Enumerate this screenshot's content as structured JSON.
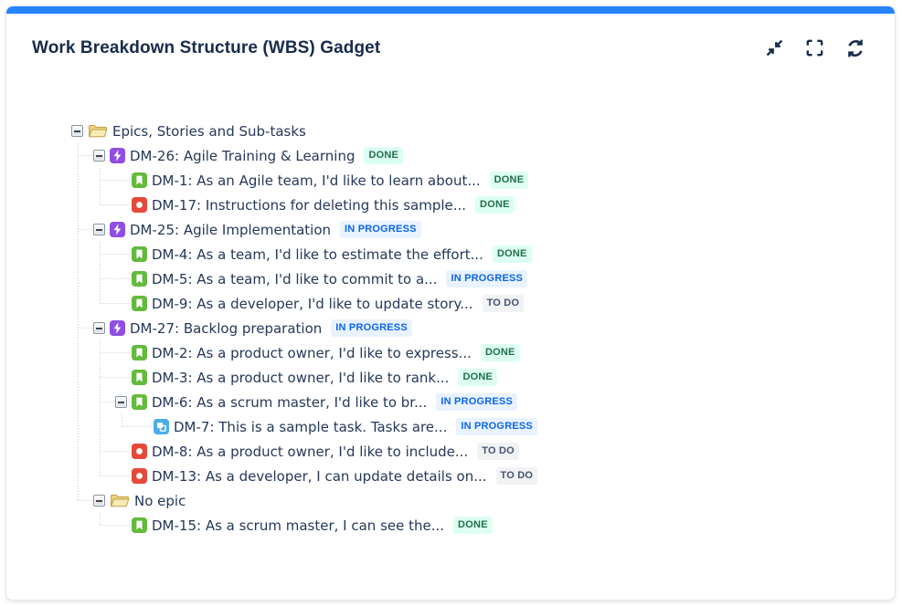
{
  "header": {
    "title": "Work Breakdown Structure (WBS) Gadget",
    "icons": [
      {
        "name": "minimize-icon"
      },
      {
        "name": "fullscreen-icon"
      },
      {
        "name": "refresh-icon"
      }
    ]
  },
  "colors": {
    "accent": "#2684FF",
    "header_icon": "#172B4D",
    "tree_text": "#253858",
    "connector": "#C8CED8"
  },
  "icon_colors": {
    "epic": "#904EE2",
    "story": "#63BA3C",
    "bug": "#E5493A",
    "subtask": "#4BADE8",
    "folder_back": "#EBD27E",
    "folder_front": "#F6EBB4",
    "folder_edge": "#C2A24B"
  },
  "statuses": {
    "DONE": {
      "label": "DONE",
      "bg": "#DCFFF1",
      "fg": "#216E4E"
    },
    "IN_PROGRESS": {
      "label": "IN PROGRESS",
      "bg": "#E9F2FF",
      "fg": "#0C66E4"
    },
    "TO_DO": {
      "label": "TO DO",
      "bg": "#F1F2F4",
      "fg": "#44546F"
    }
  },
  "tree": [
    {
      "label": "Epics, Stories and Sub-tasks",
      "type": "folder",
      "children": [
        {
          "label": "DM-26: Agile Training & Learning",
          "type": "epic",
          "status": "DONE",
          "children": [
            {
              "label": "DM-1: As an Agile team, I'd like to learn about...",
              "type": "story",
              "status": "DONE"
            },
            {
              "label": "DM-17: Instructions for deleting this sample...",
              "type": "bug",
              "status": "DONE"
            }
          ]
        },
        {
          "label": "DM-25: Agile Implementation",
          "type": "epic",
          "status": "IN_PROGRESS",
          "children": [
            {
              "label": "DM-4: As a team, I'd like to estimate the effort...",
              "type": "story",
              "status": "DONE"
            },
            {
              "label": "DM-5: As a team, I'd like to commit to a...",
              "type": "story",
              "status": "IN_PROGRESS"
            },
            {
              "label": "DM-9: As a developer, I'd like to update story...",
              "type": "story",
              "status": "TO_DO"
            }
          ]
        },
        {
          "label": "DM-27: Backlog preparation",
          "type": "epic",
          "status": "IN_PROGRESS",
          "children": [
            {
              "label": "DM-2: As a product owner, I'd like to express...",
              "type": "story",
              "status": "DONE"
            },
            {
              "label": "DM-3: As a product owner, I'd like to rank...",
              "type": "story",
              "status": "DONE"
            },
            {
              "label": "DM-6: As a scrum master, I'd like to br...",
              "type": "story",
              "status": "IN_PROGRESS",
              "children": [
                {
                  "label": "DM-7: This is a sample task. Tasks are...",
                  "type": "subtask",
                  "status": "IN_PROGRESS"
                }
              ]
            },
            {
              "label": "DM-8: As a product owner, I'd like to include...",
              "type": "bug",
              "status": "TO_DO"
            },
            {
              "label": "DM-13: As a developer, I can update details on...",
              "type": "bug",
              "status": "TO_DO"
            }
          ]
        },
        {
          "label": "No epic",
          "type": "folder",
          "children": [
            {
              "label": "DM-15: As a scrum master, I can see the...",
              "type": "story",
              "status": "DONE"
            }
          ]
        }
      ]
    }
  ]
}
